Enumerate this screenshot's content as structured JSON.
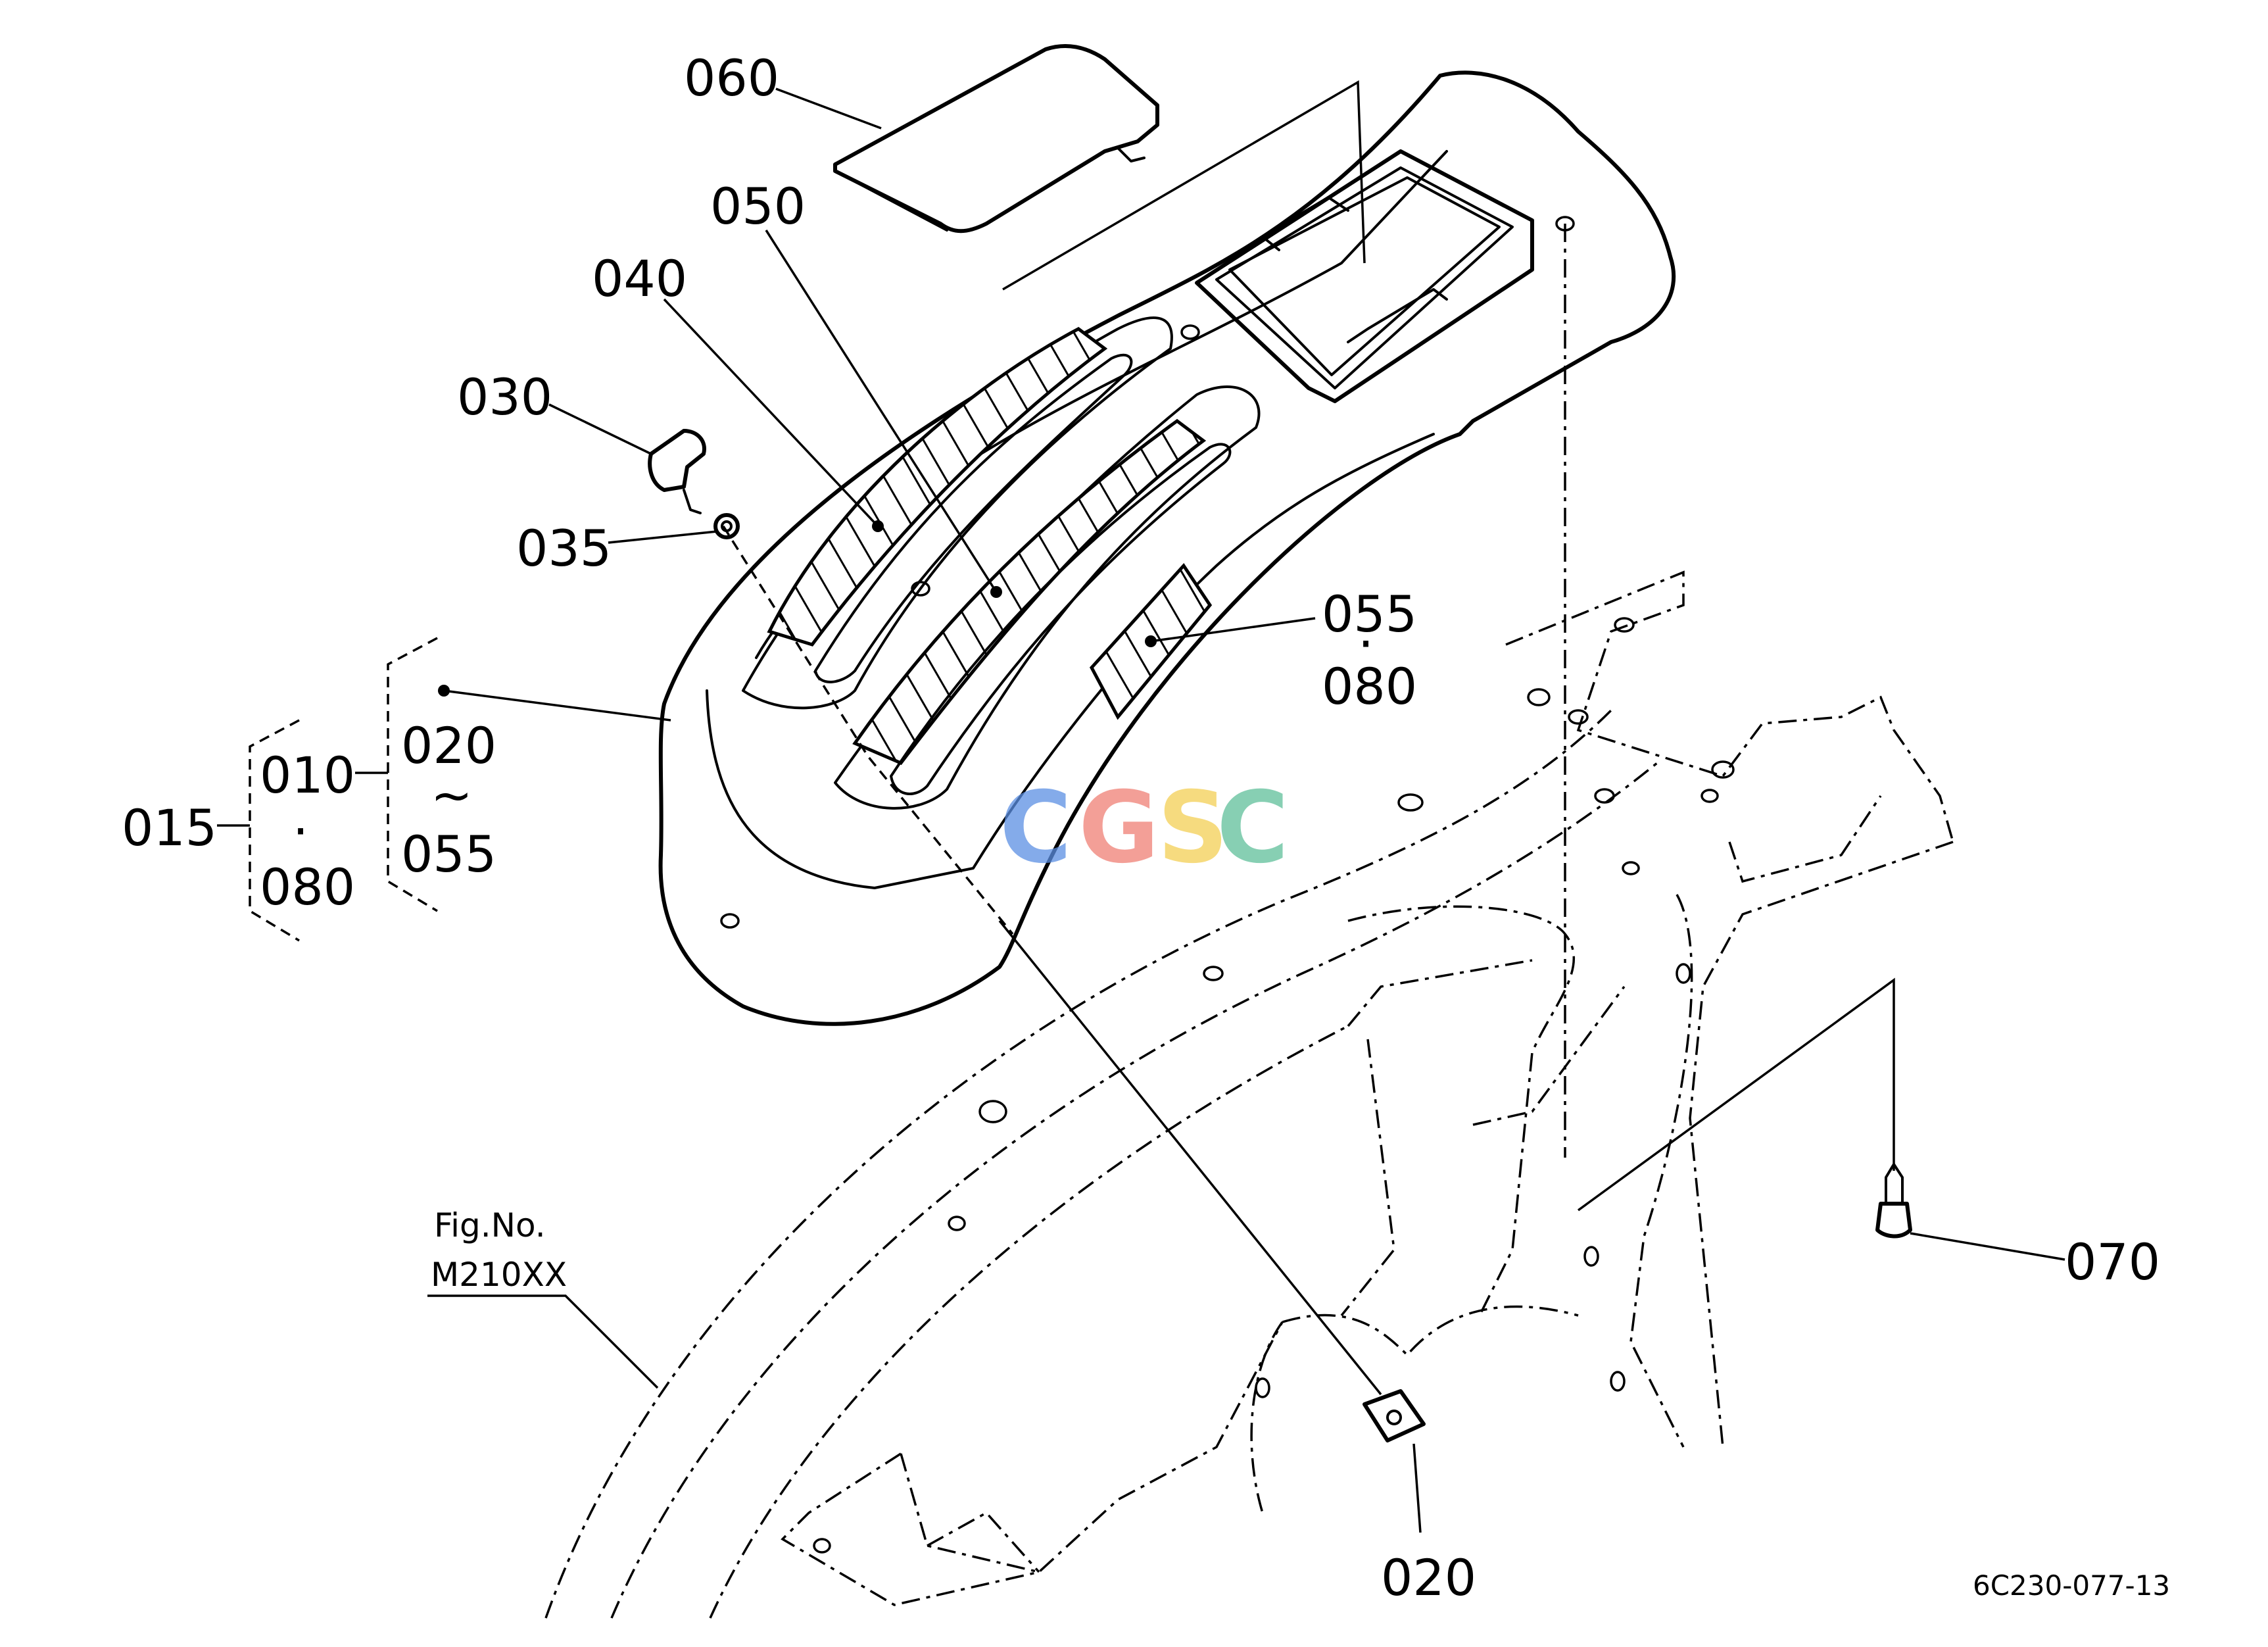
{
  "diagram": {
    "part_labels": {
      "p060": "060",
      "p050": "050",
      "p040": "040",
      "p030": "030",
      "p035": "035",
      "p055": "055",
      "p080": "080",
      "p015": "015",
      "p010": "010",
      "p080b": "080",
      "p020a": "020",
      "p055b": "055",
      "p070": "070",
      "p020b": "020"
    },
    "range_symbol": "~",
    "separator_dot": "·",
    "figure_reference": {
      "caption": "Fig.No.",
      "number": "M210XX"
    },
    "drawing_code": "6C230-077-13",
    "watermark": {
      "letters": [
        "C",
        "G",
        "S",
        "C"
      ],
      "colors": [
        "#5b8fe3",
        "#ef7f75",
        "#f4cf55",
        "#5fbf9a"
      ]
    }
  }
}
